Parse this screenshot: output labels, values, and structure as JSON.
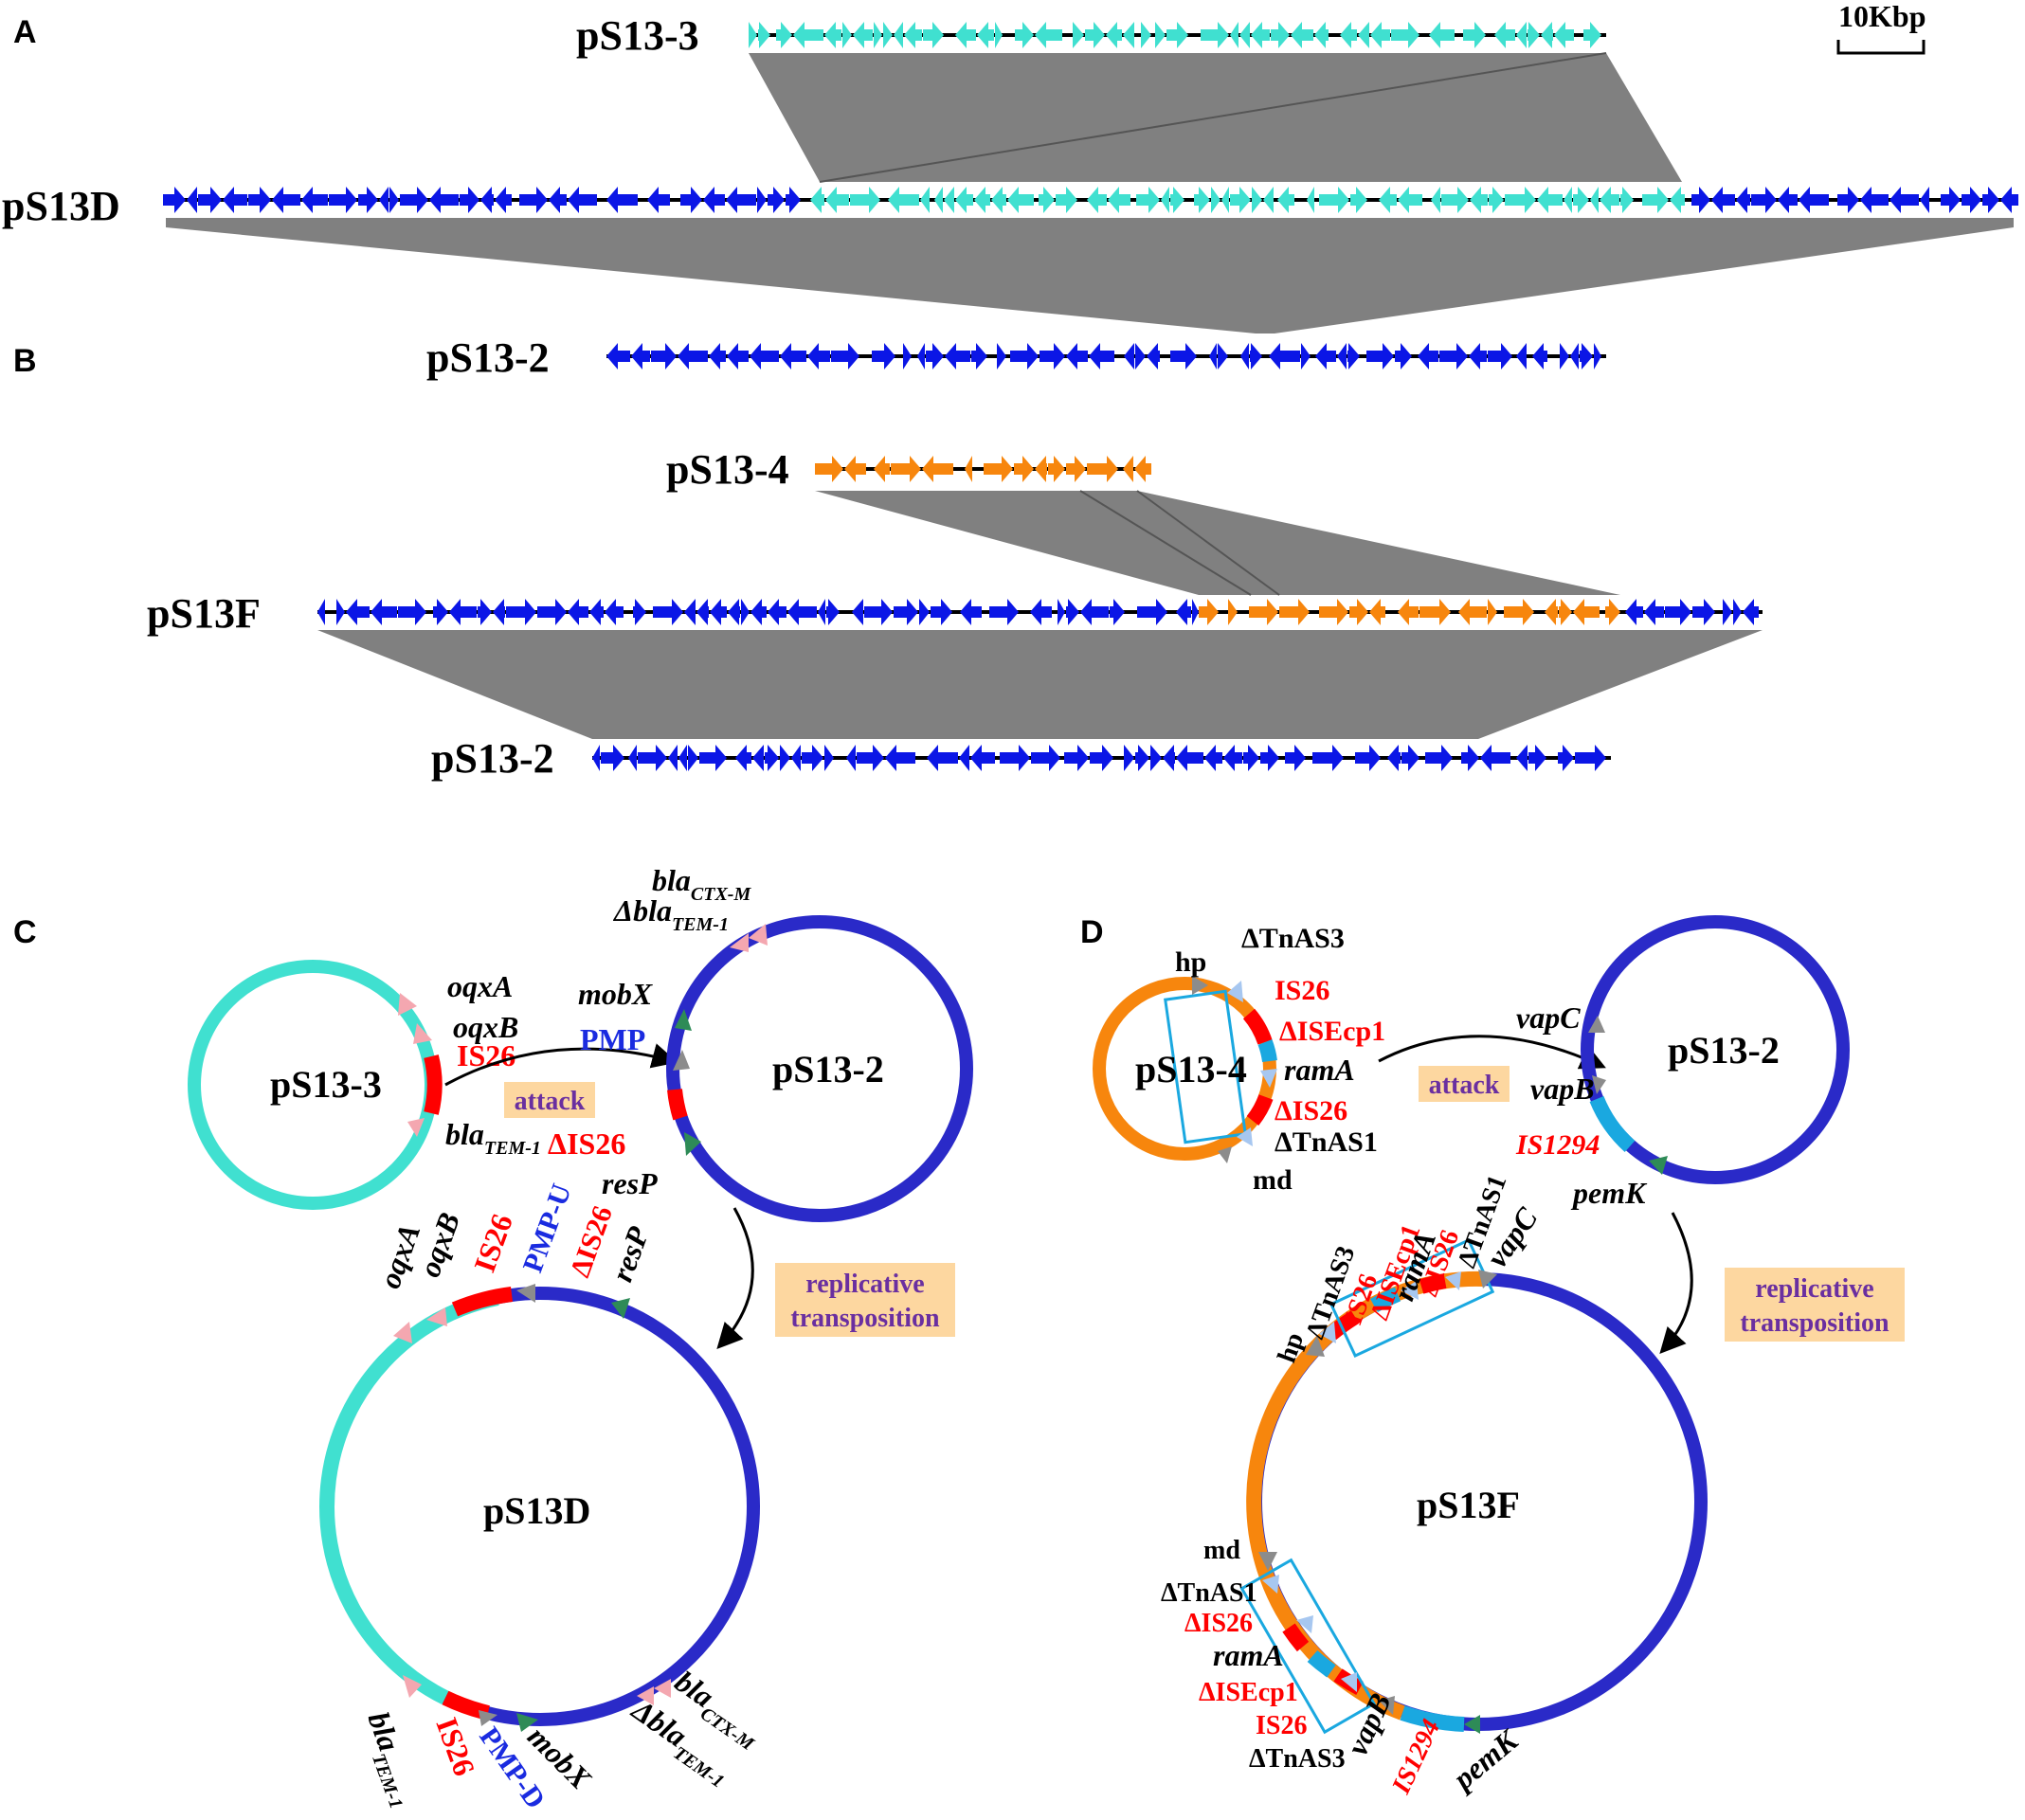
{
  "panels": {
    "a": "A",
    "b": "B",
    "c": "C",
    "d": "D"
  },
  "scale_bar": "10Kbp",
  "colors": {
    "cyan": "#40e0d0",
    "blue": "#0b16e6",
    "orange": "#f7860d",
    "navy": "#2a2ac8",
    "homology": "#808080",
    "is_red": "#ff0000",
    "gene_pink": "#f4a7b0",
    "gene_green": "#2e8b57",
    "gene_gray": "#8c8c8c",
    "gene_light": "#a7c7f0",
    "box_cyan": "#1aa8e0",
    "label_fill": "#fdd7a0"
  },
  "linear_tracks": {
    "a_top": "pS13-3",
    "a_mid": "pS13D",
    "a_bottom": "pS13-2",
    "b_top": "pS13-4",
    "b_mid": "pS13F",
    "b_bottom": "pS13-2"
  },
  "panel_c": {
    "donor": "pS13-3",
    "recipient": "pS13-2",
    "product": "pS13D",
    "attack_label": "attack",
    "transposition_label": [
      "replicative",
      "transposition"
    ],
    "donor_genes": {
      "oqxA": "oqxA",
      "oqxB": "oqxB",
      "is26": "IS26",
      "bla": "bla",
      "bla_sub": "TEM-1"
    },
    "recipient_genes": {
      "bla": "bla",
      "bla_ctx_sub": "CTX-M",
      "delta_bla": "Δbla",
      "delta_bla_sub": "TEM-1",
      "mobX": "mobX",
      "pmp": "PMP",
      "delta_is26": "ΔIS26",
      "resP": "resP"
    },
    "product_genes": {
      "oqxA": "oqxA",
      "oqxB": "oqxB",
      "is26": "IS26",
      "pmp_u": "PMP-U",
      "delta_is26": "ΔIS26",
      "resP": "resP",
      "bla": "bla",
      "bla_sub": "TEM-1",
      "is26_b": "IS26",
      "pmp_d": "PMP-D",
      "mobX": "mobX",
      "bla_ctx": "bla",
      "bla_ctx_sub": "CTX-M",
      "delta_bla": "Δbla",
      "delta_bla_sub": "TEM-1"
    }
  },
  "panel_d": {
    "donor": "pS13-4",
    "recipient": "pS13-2",
    "product": "pS13F",
    "attack_label": "attack",
    "transposition_label": [
      "replicative",
      "transposition"
    ],
    "donor_genes": {
      "hp": "hp",
      "tnas3": "ΔTnAS3",
      "is26": "IS26",
      "isecp1": "ΔISEcp1",
      "ramA": "ramA",
      "delta_is26": "ΔIS26",
      "tnas1": "ΔTnAS1",
      "md": "md"
    },
    "recipient_genes": {
      "vapC": "vapC",
      "vapB": "vapB",
      "is1294": "IS1294",
      "pemK": "pemK"
    },
    "product_genes": {
      "hp": "hp",
      "tnas3": "ΔTnAS3",
      "is26": "IS26",
      "isecp1": "ΔISEcp1",
      "ramA": "ramA",
      "delta_is26": "ΔIS26",
      "tnas1": "ΔTnAS1",
      "vapC": "vapC",
      "md": "md",
      "tnas1_b": "ΔTnAS1",
      "delta_is26_b": "ΔIS26",
      "ramA_b": "ramA",
      "isecp1_b": "ΔISEcp1",
      "is26_b": "IS26",
      "tnas3_b": "ΔTnAS3",
      "vapB": "vapB",
      "is1294": "IS1294",
      "pemK": "pemK"
    }
  }
}
